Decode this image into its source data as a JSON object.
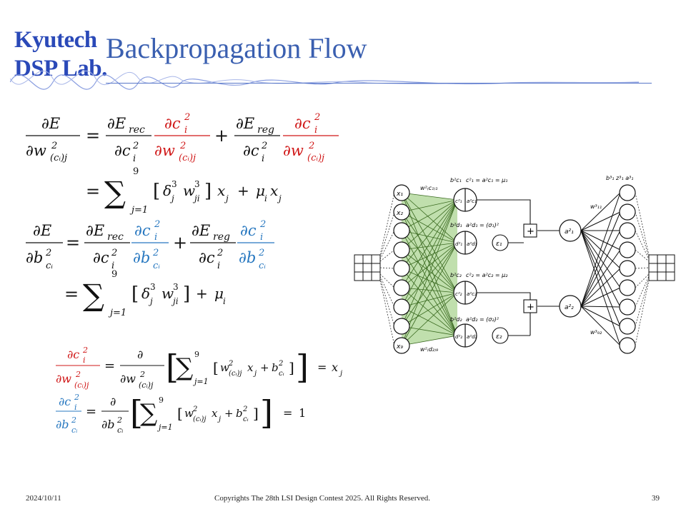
{
  "logo": {
    "line1": "Kyutech",
    "line2": "DSP Lab."
  },
  "slide_title": "Backpropagation Flow",
  "footer": {
    "date": "2024/10/11",
    "copyright": "Copyrights The 28th LSI Design Contest 2025.  All Rights Reserved.",
    "page_number": "39"
  },
  "colors": {
    "title": "#3a5fb0",
    "red": "#d01818",
    "blue": "#2878c0",
    "green": "#8cc46a"
  },
  "equations": {
    "dE_dw": "∂E/∂w²_(cᵢ)j = ∂E_rec/∂cᵢ² · ∂cᵢ²/∂w²_(cᵢ)j + ∂E_reg/∂cᵢ² · ∂cᵢ²/∂w²_(cᵢ)j = Σ_{j=1}^{9} [δⱼ³ w³_ji] xⱼ + μᵢ xⱼ",
    "dE_db": "∂E/∂b²_cᵢ = ∂E_rec/∂cᵢ² · ∂cᵢ²/∂b²_cᵢ + ∂E_reg/∂cᵢ² · ∂cᵢ²/∂b²_cᵢ = Σ_{j=1}^{9} [δⱼ³ w³_ji] + μᵢ",
    "dc_dw": "∂cᵢ²/∂w²_(cᵢ)j = ∂/∂w²_(cᵢ)j [Σ_{j=1}^{9} [w²_(cᵢ)j xⱼ + b²_cᵢ]] = xⱼ",
    "dc_db": "∂cᵢ²/∂b²_cᵢ = ∂/∂b²_cᵢ [Σ_{j=1}^{9} [w²_(cᵢ)j xⱼ + b²_cᵢ]] = 1"
  },
  "diagram": {
    "inputs": [
      "x₁",
      "x₂",
      "x₉"
    ],
    "labels": {
      "w_top": "w²₍c₁₎₁",
      "w_bottom": "w²₍d₂₎₉",
      "b_c1": "b²c₁",
      "eq_c1": "c²₁ = a²c₁ = μ₁",
      "b_d1": "b²d₁",
      "eq_d1": "a²d₁ = (σ₁)²",
      "b_c2": "b²c₂",
      "eq_c2": "c²₂ = a²c₂ = μ₂",
      "b_d2": "b²d₂",
      "eq_d2": "a²d₂ = (σ₂)²",
      "node_c1": "c²₁",
      "node_ac1": "a²c₁",
      "node_d1": "d²₁",
      "node_ad1": "a²d₁",
      "node_c2": "c²₂",
      "node_ac2": "a²c₂",
      "node_d2": "d²₂",
      "node_ad2": "a²d₂",
      "eps1": "ε₁",
      "eps2": "ε₂",
      "plus": "+",
      "a1": "a²₁",
      "a2": "a²₂",
      "out_top": "b³₁  z³₁  a³₁",
      "w_out_top": "w³₁₁",
      "w_out_bottom": "w³₉₂"
    }
  }
}
